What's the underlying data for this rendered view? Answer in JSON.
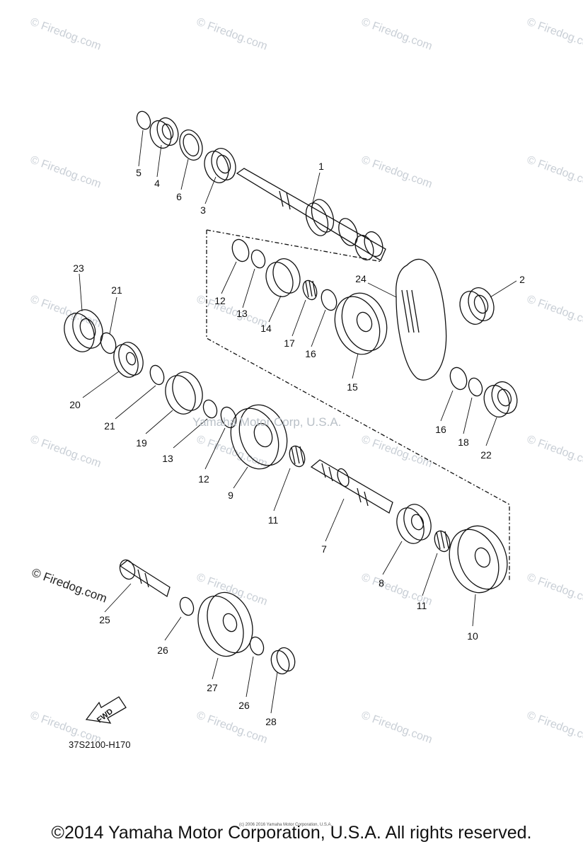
{
  "watermark": "© Firedog.com",
  "center_watermark": "Yamaha Motor Corp, U.S.A.",
  "diagram_code": "37S2100-H170",
  "fwd_label": "FWD",
  "small_print": "(c) 2006 2016 Yamaha Motor Corporation, U.S.A.",
  "copyright": "©2014 Yamaha Motor Corporation, U.S.A. All rights reserved.",
  "callouts": [
    {
      "id": "1",
      "label": "1"
    },
    {
      "id": "2",
      "label": "2"
    },
    {
      "id": "3",
      "label": "3"
    },
    {
      "id": "4",
      "label": "4"
    },
    {
      "id": "5",
      "label": "5"
    },
    {
      "id": "6",
      "label": "6"
    },
    {
      "id": "23",
      "label": "23"
    },
    {
      "id": "21a",
      "label": "21"
    },
    {
      "id": "12a",
      "label": "12"
    },
    {
      "id": "13a",
      "label": "13"
    },
    {
      "id": "14",
      "label": "14"
    },
    {
      "id": "17",
      "label": "17"
    },
    {
      "id": "16a",
      "label": "16"
    },
    {
      "id": "24",
      "label": "24"
    },
    {
      "id": "15",
      "label": "15"
    },
    {
      "id": "20",
      "label": "20"
    },
    {
      "id": "21b",
      "label": "21"
    },
    {
      "id": "19",
      "label": "19"
    },
    {
      "id": "13b",
      "label": "13"
    },
    {
      "id": "12b",
      "label": "12"
    },
    {
      "id": "9",
      "label": "9"
    },
    {
      "id": "11a",
      "label": "11"
    },
    {
      "id": "7",
      "label": "7"
    },
    {
      "id": "16b",
      "label": "16"
    },
    {
      "id": "18",
      "label": "18"
    },
    {
      "id": "22",
      "label": "22"
    },
    {
      "id": "8",
      "label": "8"
    },
    {
      "id": "11b",
      "label": "11"
    },
    {
      "id": "10",
      "label": "10"
    },
    {
      "id": "25",
      "label": "25"
    },
    {
      "id": "26a",
      "label": "26"
    },
    {
      "id": "27",
      "label": "27"
    },
    {
      "id": "26b",
      "label": "26"
    },
    {
      "id": "28",
      "label": "28"
    }
  ]
}
